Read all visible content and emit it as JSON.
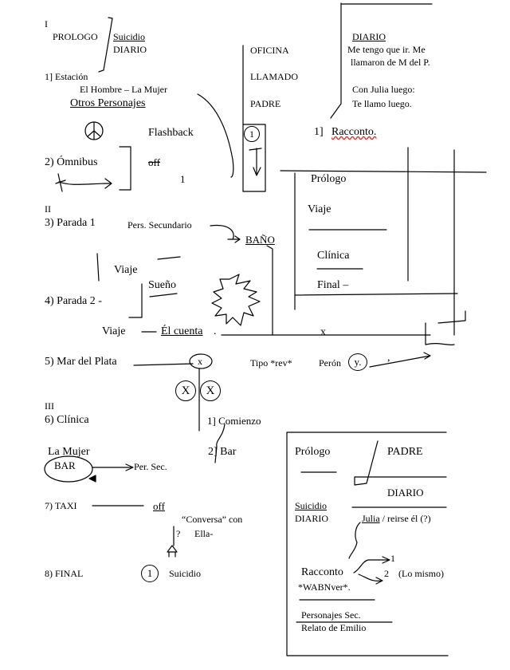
{
  "left": {
    "part1_numeral": "I",
    "prologo": "PROLOGO",
    "suicidio": "Suicidio",
    "diario": "DIARIO",
    "estacion": "1] Estación",
    "hombre_mujer": "El Hombre – La Mujer",
    "otros_personajes": "Otros Personajes",
    "flashback": "Flashback",
    "omnibus": "2) Ómnibus",
    "off": "off",
    "one": "1",
    "part2_numeral": "II",
    "parada1": "3) Parada 1",
    "pers_secundario": "Pers. Secundario",
    "bano": "BAÑO",
    "viaje1": "Viaje",
    "sueno": "Sueño",
    "parada2": "4) Parada 2 -",
    "viaje2": "Viaje",
    "el_cuenta": "Él cuenta",
    "el_cuenta_dot": ".",
    "x_mark": "x",
    "mar_del_plata": "5) Mar del Plata",
    "small_x": "x",
    "tipo_rev": "Tipo *rev*",
    "peron": "Perón",
    "peron_y": "y.",
    "comma": ",",
    "big_x1": "X",
    "big_x2": "X",
    "part3_numeral": "III",
    "clinica6": "6) Clínica",
    "comienzo": "1] Comienzo",
    "la_mujer": "La Mujer",
    "bar_oval": "BAR",
    "per_sec": "Per. Sec.",
    "bar2": "2] Bar",
    "taxi": "7) TAXI",
    "off2": "off",
    "conversa": "“Conversa” con",
    "question": "?",
    "ella": "Ella-",
    "final8": "8) FINAL",
    "circle_one2": "1",
    "suicidio2": "Suicidio"
  },
  "top_right": {
    "oficina": "OFICINA",
    "llamado": "LLAMADO",
    "padre": "PADRE",
    "diario": "DIARIO",
    "me_tengo_1": "Me tengo que ir. Me",
    "me_tengo_2": "llamaron de M del P.",
    "julia_1": "Con Julia luego:",
    "julia_2": "Te llamo luego.",
    "circle_one": "1",
    "racconto_num": "1]",
    "racconto": "Racconto."
  },
  "mid_right": {
    "prologo": "Prólogo",
    "viaje": "Viaje",
    "clinica": "Clínica",
    "final": "Final –"
  },
  "box": {
    "prologo": "Prólogo",
    "padre": "PADRE",
    "diario": "DIARIO",
    "suicidio": "Suicidio",
    "diario2": "DIARIO",
    "julia": "Julia",
    "reirse": " / reirse él  (?)",
    "racconto": "Racconto",
    "wabnver": "*WABNver*.",
    "branch1": "1",
    "branch2": "2",
    "lo_mismo": "(Lo mismo)",
    "personajes_sec": "Personajes Sec.",
    "relato": "Relato de Emilio"
  }
}
